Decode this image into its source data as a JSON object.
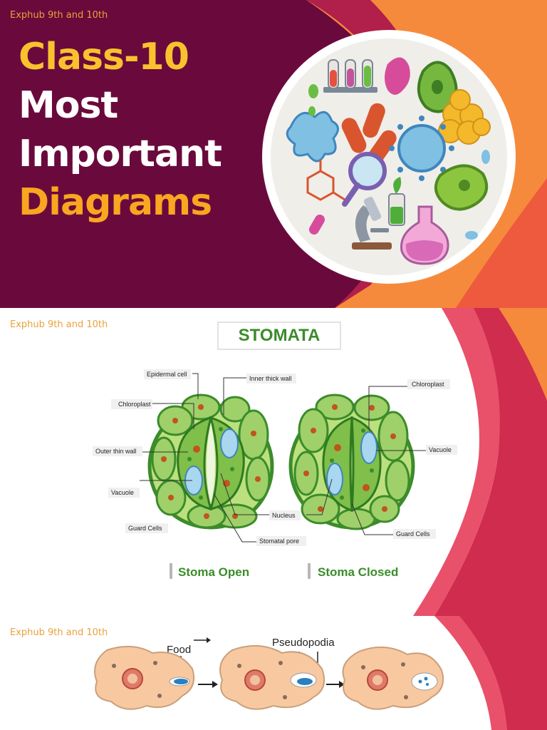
{
  "watermark": "Exphub 9th and 10th",
  "cover": {
    "line1": "Class-10",
    "line2": "Most",
    "line3": "Important",
    "line4": "Diagrams"
  },
  "stomata": {
    "title": "STOMATA",
    "labels": {
      "epidermal_cell": "Epidermal cell",
      "inner_thick_wall": "Inner thick wall",
      "chloroplast_left": "Chloroplast",
      "outer_thin_wall": "Outer thin wall",
      "vacuole_left": "Vacuole",
      "guard_cells_left": "Guard Cells",
      "nucleus": "Nucleus",
      "stomatal_pore": "Stomatal pore",
      "chloroplast_right": "Chloroplast",
      "vacuole_right": "Vacuole",
      "guard_cells_right": "Guard Cells"
    },
    "caption_open": "Stoma Open",
    "caption_closed": "Stoma Closed"
  },
  "amoeba": {
    "food_label": "Food",
    "pseudopodia_label": "Pseudopodia"
  },
  "colors": {
    "maroon": "#6a0a3c",
    "orange": "#f68a3c",
    "crimson": "#cf2c4e",
    "title_yellow": "#f9c12e",
    "leaf_green": "#3b8c2a"
  }
}
